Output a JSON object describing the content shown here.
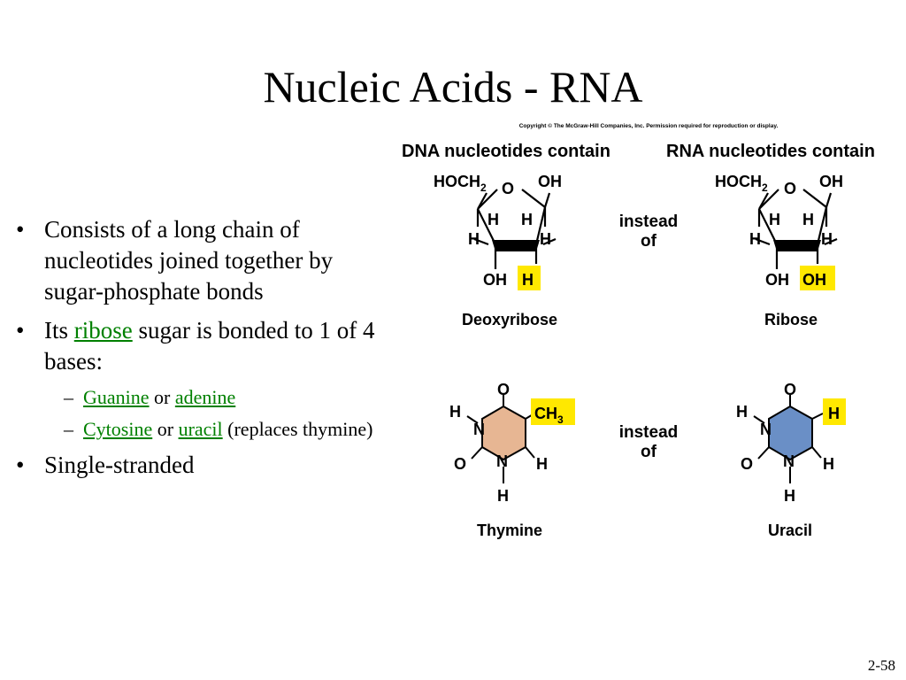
{
  "slide": {
    "title": "Nucleic Acids - RNA",
    "page_number": "2-58"
  },
  "bullets": {
    "b1": "Consists of a long chain of nucleotides joined together by sugar-phosphate bonds",
    "b2_pre": "Its ",
    "b2_term": "ribose",
    "b2_post": " sugar is bonded to 1 of 4 bases:",
    "sub1_term1": "Guanine",
    "sub1_or": " or ",
    "sub1_term2": "adenine",
    "sub2_term1": "Cytosine",
    "sub2_or": " or ",
    "sub2_term2": "uracil",
    "sub2_post": " (replaces thymine)",
    "b3": "Single-stranded",
    "bullet_char": "•",
    "dash_char": "–"
  },
  "figure": {
    "copyright": "Copyright © The McGraw-Hill Companies, Inc. Permission required for reproduction or display.",
    "dna_heading": "DNA nucleotides contain",
    "rna_heading": "RNA nucleotides contain",
    "instead": "instead",
    "of": "of",
    "deoxyribose_label": "Deoxyribose",
    "ribose_label": "Ribose",
    "thymine_label": "Thymine",
    "uracil_label": "Uracil",
    "atoms": {
      "hoch": "HOCH",
      "sub2": "2",
      "o": "O",
      "oh": "OH",
      "h": "H",
      "n": "N",
      "ch": "CH",
      "sub3": "3"
    },
    "colors": {
      "highlight": "#ffe800",
      "thymine_ring": "#e7b693",
      "uracil_ring": "#6a8fc6",
      "link": "#008000"
    }
  }
}
